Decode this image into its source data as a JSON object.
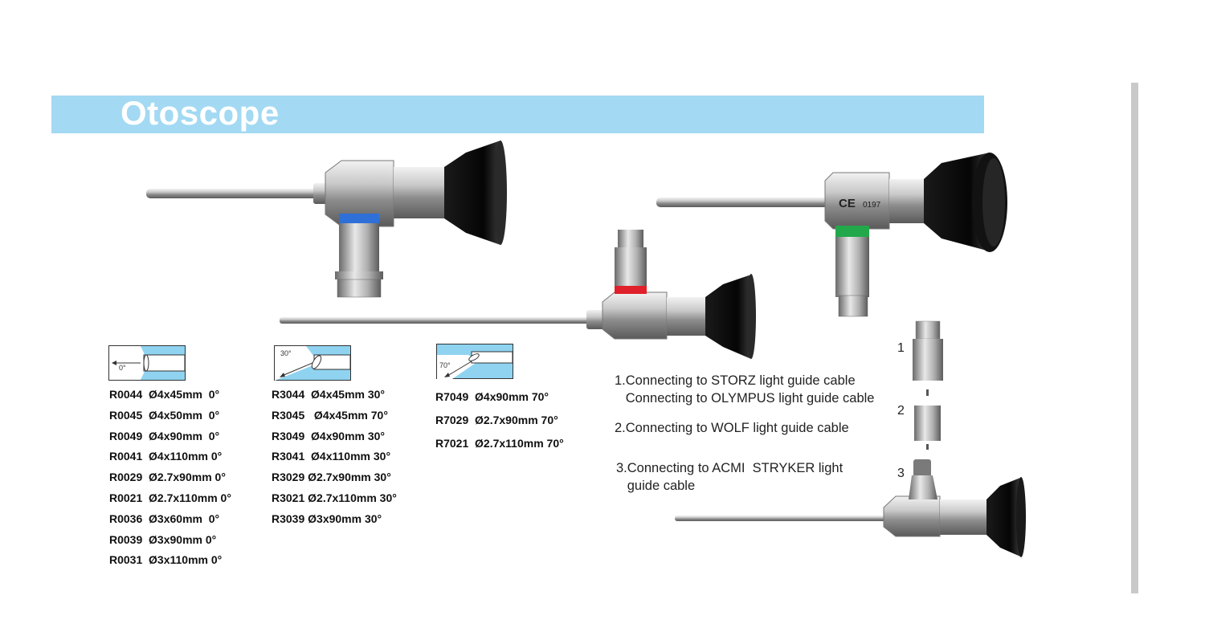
{
  "title": "Otoscope",
  "colors": {
    "banner": "#a3d9f2",
    "title": "#ffffff",
    "ring_blue": "#2f6fd8",
    "ring_red": "#e0202a",
    "ring_green": "#22a84a"
  },
  "groups": [
    {
      "angle_label": "0°",
      "models": [
        "R0044  Ø4x45mm  0°",
        "R0045  Ø4x50mm  0°",
        "R0049  Ø4x90mm  0°",
        "R0041  Ø4x110mm 0°",
        "R0029  Ø2.7x90mm 0°",
        "R0021  Ø2.7x110mm 0°",
        "R0036  Ø3x60mm  0°",
        "R0039  Ø3x90mm 0°",
        "R0031  Ø3x110mm 0°"
      ]
    },
    {
      "angle_label": "30°",
      "models": [
        "R3044  Ø4x45mm 30°",
        "R3045   Ø4x45mm 70°",
        "R3049  Ø4x90mm 30°",
        "R3041  Ø4x110mm 30°",
        "R3029 Ø2.7x90mm 30°",
        "R3021 Ø2.7x110mm 30°",
        "R3039 Ø3x90mm 30°"
      ]
    },
    {
      "angle_label": "70°",
      "models": [
        "R7049  Ø4x90mm 70°",
        "R7029  Ø2.7x90mm 70°",
        "R7021  Ø2.7x110mm 70°"
      ]
    }
  ],
  "connections": {
    "c1_line1": "1.Connecting to STORZ light guide cable",
    "c1_line2": "   Connecting to OLYMPUS light guide cable",
    "c2": "2.Connecting to WOLF light guide cable",
    "c3_line1": "3.Connecting to ACMI  STRYKER light",
    "c3_line2": "   guide cable"
  },
  "adapter_numbers": [
    "1",
    "2",
    "3"
  ],
  "ce_mark": "CE",
  "ce_code": "0197"
}
